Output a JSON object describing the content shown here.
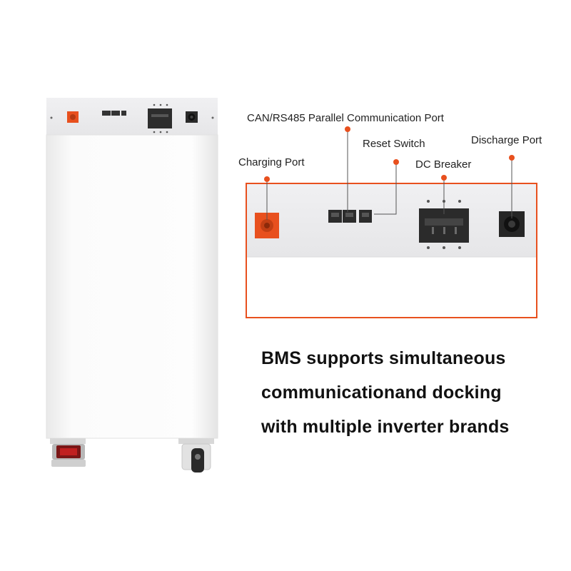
{
  "callouts": {
    "charging_port": "Charging Port",
    "can_rs485_port": "CAN/RS485 Parallel Communication Port",
    "reset_switch": "Reset Switch",
    "dc_breaker": "DC Breaker",
    "discharge_port": "Discharge Port"
  },
  "headline": {
    "line1": "BMS supports simultaneous",
    "line2": "communicationand docking",
    "line3": "with multiple inverter brands"
  },
  "colors": {
    "accent": "#e8501e",
    "charging_port": "#e8501e",
    "callout_line": "#555555",
    "panel_bg": "#eeeef0",
    "cabinet_body": "#f4f4f4"
  }
}
